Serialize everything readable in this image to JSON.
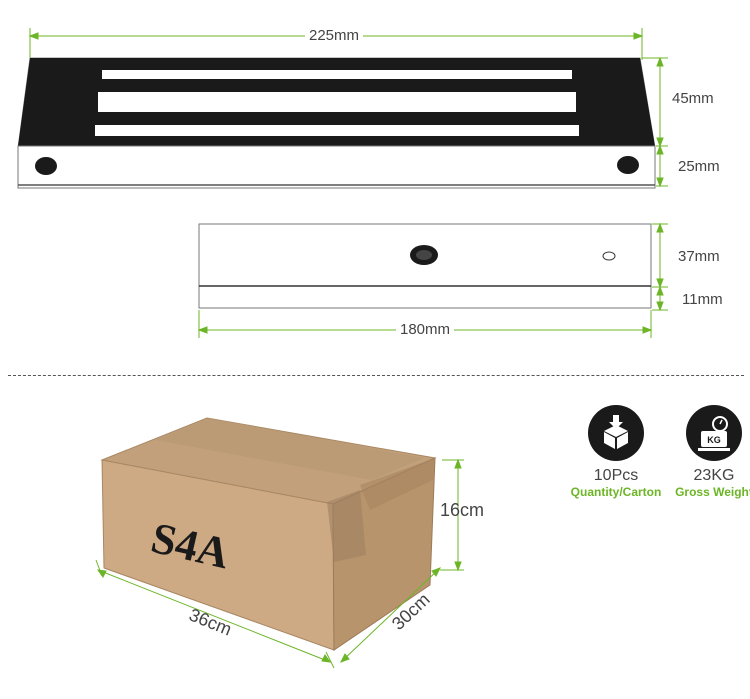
{
  "magnet": {
    "length_label": "225mm",
    "height_label": "45mm",
    "depth_label": "25mm"
  },
  "armature": {
    "height_label": "37mm",
    "thickness_label": "11mm",
    "length_label": "180mm"
  },
  "carton": {
    "model_label": "S4A",
    "height_label": "16cm",
    "length_label": "36cm",
    "width_label": "30cm"
  },
  "stats": [
    {
      "value": "10Pcs",
      "label": "Quantity/Carton",
      "icon": "box-download-icon"
    },
    {
      "value": "23KG",
      "label": "Gross Weight",
      "icon": "scale-kg-icon"
    }
  ],
  "colors": {
    "dimension_line": "#6cb526",
    "stat_label": "#6cb526",
    "metal_dark": "#1a1a1a",
    "carton": "#c9a57b"
  }
}
